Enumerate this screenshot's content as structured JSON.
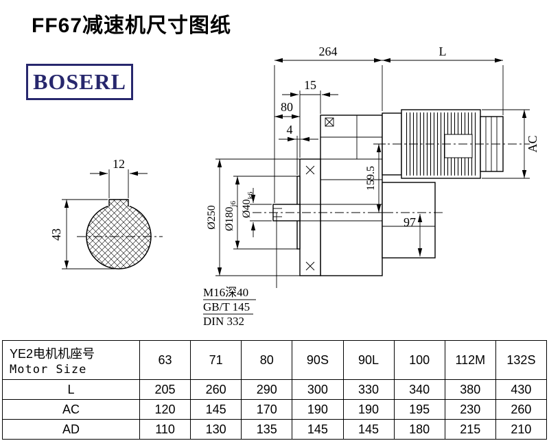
{
  "title": "FF67减速机尺寸图纸",
  "brand": "BOSERL",
  "drawing": {
    "dim_264": "264",
    "dim_L": "L",
    "dim_15": "15",
    "dim_80": "80",
    "dim_4": "4",
    "dim_AC": "AC",
    "dim_250": "Ø250",
    "dim_180": "Ø180",
    "dim_180_tol": "j6",
    "dim_40": "Ø40",
    "dim_40_tol": "k6",
    "dim_159_5": "159.5",
    "dim_97": "97",
    "dim_12": "12",
    "dim_43": "43",
    "notes": [
      "M16深40",
      "GB/T 145",
      "DIN 332"
    ]
  },
  "table": {
    "header_cn": "YE2电机机座号",
    "header_en": "Motor Size",
    "sizes": [
      "63",
      "71",
      "80",
      "90S",
      "90L",
      "100",
      "112M",
      "132S"
    ],
    "rows": [
      {
        "label": "L",
        "values": [
          "205",
          "260",
          "290",
          "300",
          "330",
          "340",
          "380",
          "430"
        ]
      },
      {
        "label": "AC",
        "values": [
          "120",
          "145",
          "170",
          "190",
          "190",
          "195",
          "230",
          "260"
        ]
      },
      {
        "label": "AD",
        "values": [
          "110",
          "130",
          "135",
          "145",
          "145",
          "180",
          "215",
          "210"
        ]
      }
    ]
  }
}
